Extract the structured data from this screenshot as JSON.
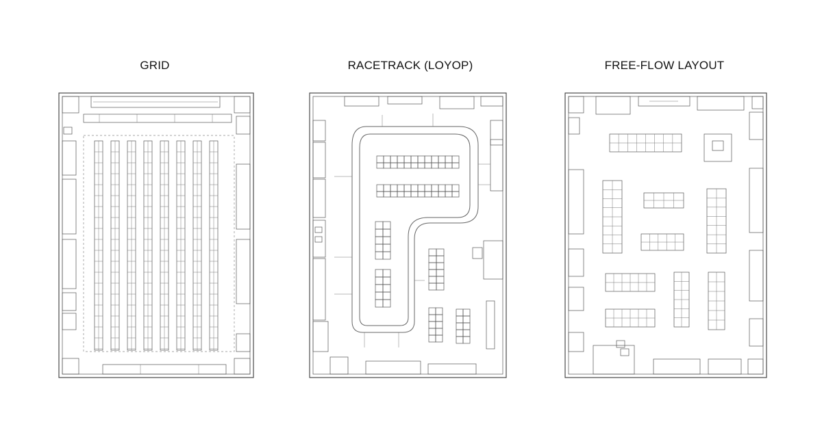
{
  "panels": [
    {
      "id": "grid",
      "title": "GRID"
    },
    {
      "id": "racetrack",
      "title": "RACETRACK (LOYOP)"
    },
    {
      "id": "freeflow",
      "title": "FREE-FLOW LAYOUT"
    }
  ],
  "colors": {
    "line": "#3a3a3a",
    "background": "#ffffff"
  }
}
